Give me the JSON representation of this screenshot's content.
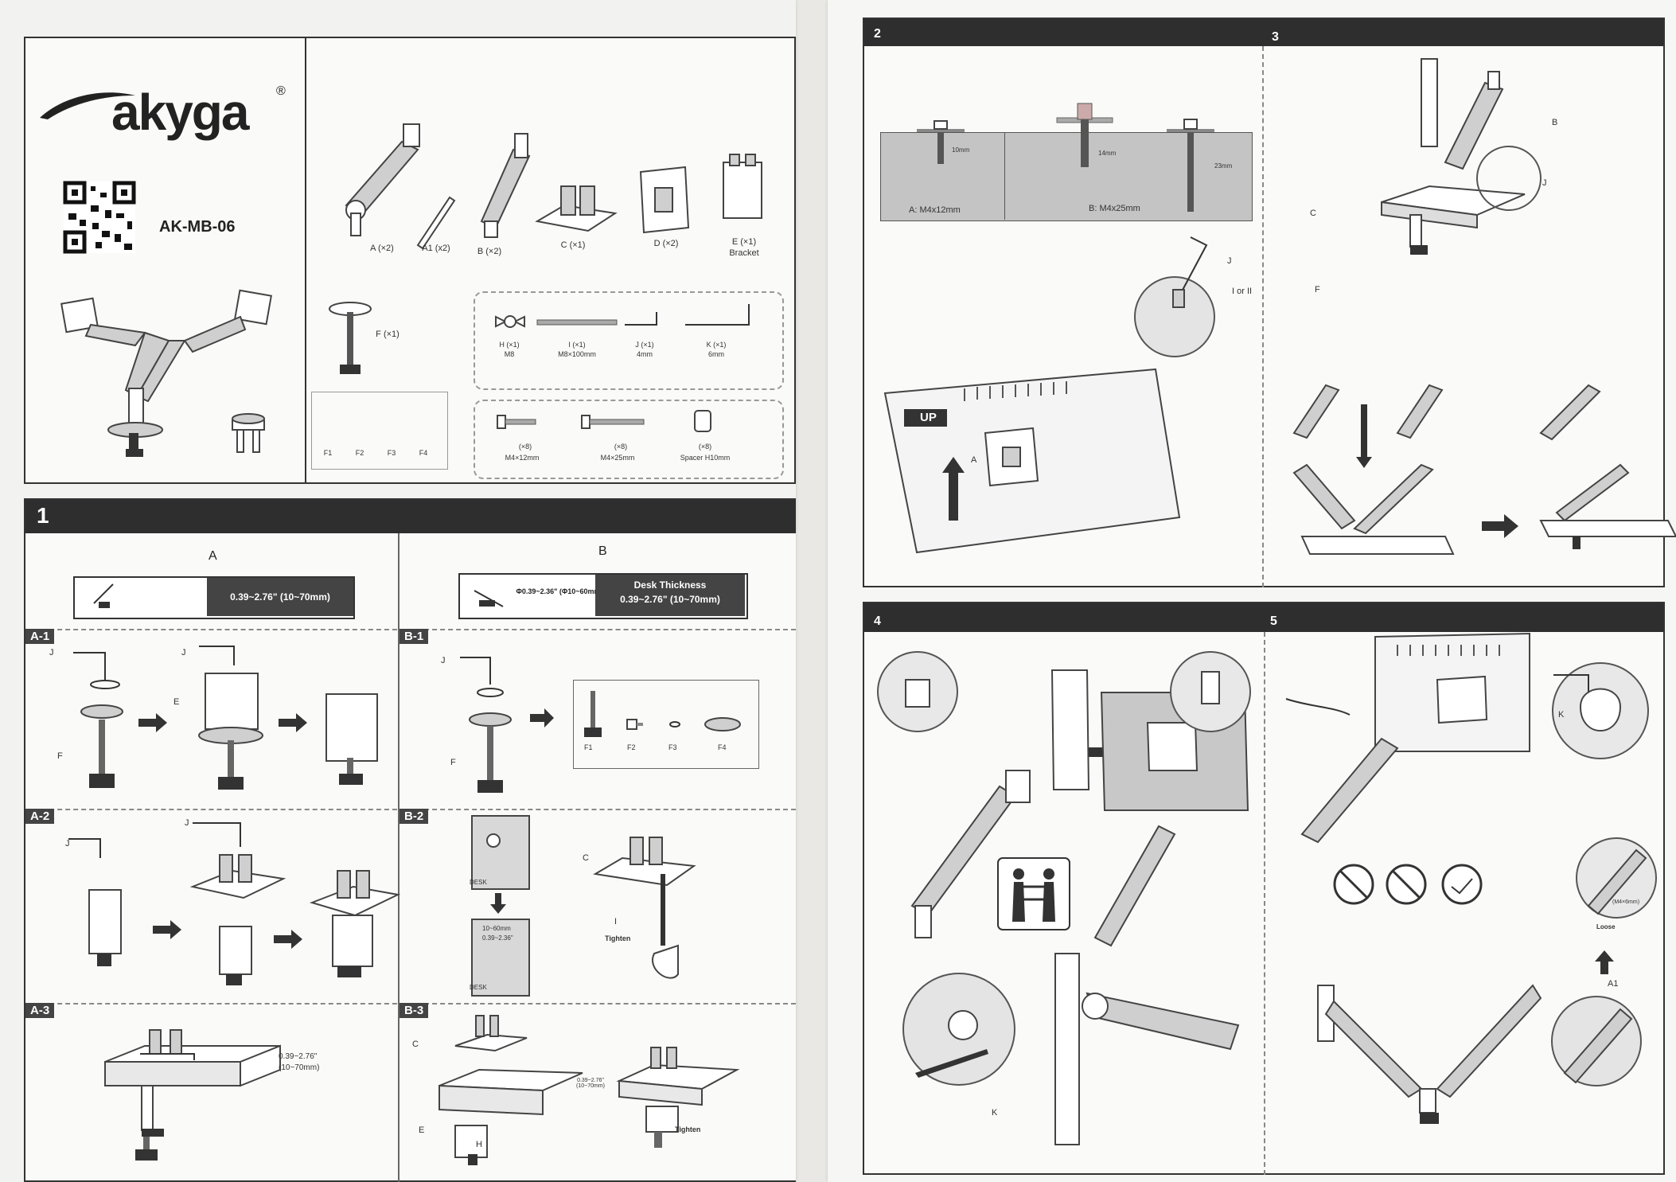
{
  "brand": {
    "name": "akyga",
    "registered": "®",
    "model": "AK-MB-06"
  },
  "parts": {
    "A": "A (×2)",
    "A1": "A1 (x2)",
    "B": "B (×2)",
    "C": "C (×1)",
    "D": "D (×2)",
    "E": "E (×1)",
    "E_sub": "Bracket",
    "F": "F (×1)",
    "F1": "F1",
    "F2": "F2",
    "F3": "F3",
    "F4": "F4",
    "H": "H (×1)",
    "H_sub": "M8",
    "I": "I (×1)",
    "I_sub": "M8×100mm",
    "J": "J (×1)",
    "J_sub": "4mm",
    "K": "K (×1)",
    "K_sub": "6mm",
    "screw1": "M4×12mm",
    "screw1_qty": "(×8)",
    "screw2": "M4×25mm",
    "screw2_qty": "(×8)",
    "screw3": "Spacer H10mm",
    "screw3_qty": "(×8)"
  },
  "step1": {
    "number": "1",
    "colA": "A",
    "colB": "B",
    "a_range": "0.39~2.76\" (10~70mm)",
    "b_range": "Φ0.39~2.36\" (Φ10~60mm)",
    "b_desk_title": "Desk Thickness",
    "b_desk_range": "0.39~2.76\" (10~70mm)",
    "A1": "A-1",
    "A2": "A-2",
    "A3": "A-3",
    "B1": "B-1",
    "B2": "B-2",
    "B3": "B-3",
    "lbl_J": "J",
    "lbl_E": "E",
    "lbl_F": "F",
    "lbl_C": "C",
    "lbl_I": "I",
    "lbl_H": "H",
    "a3_range1": "0.39~2.76\"",
    "a3_range2": "(10~70mm)",
    "tighten": "Tighten",
    "desk": "DESK",
    "b2_r1": "10~60mm",
    "b2_r2": "0.39~2.36\"",
    "b3_range": "0.39~2.76\" (10~70mm)"
  },
  "step2": {
    "number": "2",
    "h1": "10mm",
    "h2": "14mm",
    "h3": "23mm",
    "screwA": "A: M4x12mm",
    "screwB": "B: M4x25mm",
    "lbl_J": "J",
    "lbl_I": "I or II",
    "up": "UP",
    "lbl_A": "A"
  },
  "step3": {
    "number": "3",
    "lbl_B": "B",
    "lbl_J": "J",
    "lbl_C": "C",
    "lbl_F": "F"
  },
  "step4": {
    "number": "4",
    "lbl_K": "K"
  },
  "step5": {
    "number": "5",
    "lbl_K": "K",
    "lbl_A1": "A1",
    "loose": "Loose",
    "mm": "(M4×6mm)"
  }
}
